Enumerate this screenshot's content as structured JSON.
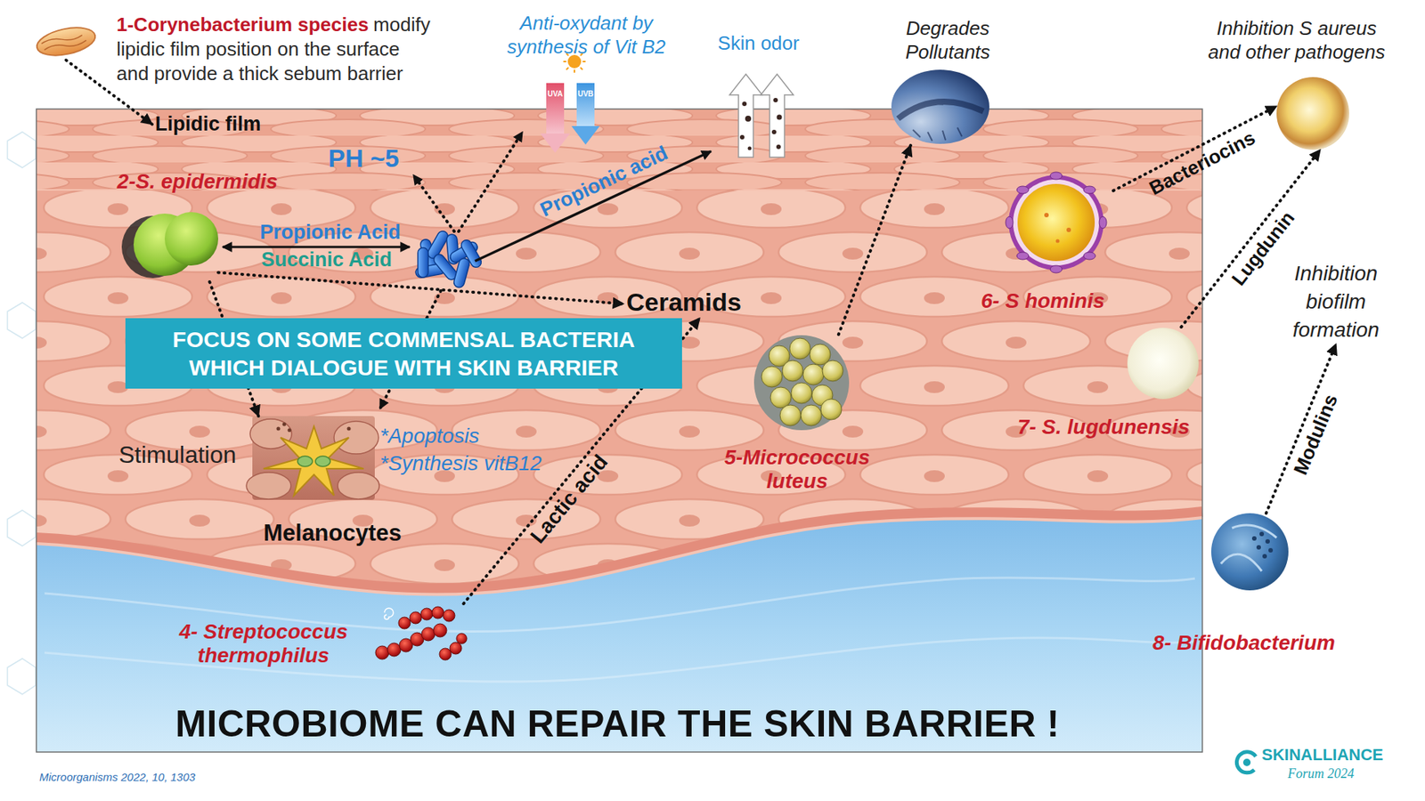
{
  "diagram": {
    "title": "MICROBIOME CAN REPAIR THE SKIN BARRIER !",
    "nodes": [
      {
        "text": [
          "1-Corynebacterium species",
          "modify lipidic film position on the surface and provide a thick sebum barrier"
        ]
      },
      {
        "text": [
          "Lipidic film"
        ]
      },
      {
        "text": [
          "2-S. epidermidis"
        ]
      },
      {
        "text": [
          "Ceramids"
        ]
      },
      {
        "text": [
          "FOCUS ON SOME COMMENSAL BACTERIA WHICH DIALOGUE WITH SKIN BARRIER"
        ]
      },
      {
        "text": [
          "Melanocytes"
        ]
      },
      {
        "text": [
          "4- Streptococcus thermophilus"
        ]
      },
      {
        "text": [
          "5-Micrococcus luteus"
        ]
      },
      {
        "text": [
          "Degrades Pollutants"
        ]
      },
      {
        "text": [
          "6- S hominis"
        ]
      },
      {
        "text": [
          "Inhibition S aureus and other pathogens"
        ]
      },
      {
        "text": [
          "7- S. lugdunensis"
        ]
      },
      {
        "text": [
          "Inhibition biofilm formation"
        ]
      },
      {
        "text": [
          "8- Bifidobacterium"
        ]
      }
    ],
    "edges": [
      {
        "from": 0,
        "to": 1,
        "arrow": "to"
      },
      {
        "from": 2,
        "to": 3,
        "arrow": "to"
      },
      {
        "from": 2,
        "to": 5,
        "arrow": "to"
      },
      {
        "from": 6,
        "to": 3,
        "label": "Lactic acid",
        "arrow": "to"
      },
      {
        "from": 7,
        "to": 8,
        "arrow": "to"
      },
      {
        "from": 9,
        "to": 10,
        "label": "Bacteriocins",
        "arrow": "to"
      },
      {
        "from": 11,
        "to": 10,
        "label": "Lugdunin",
        "arrow": "to"
      },
      {
        "from": 13,
        "to": 12,
        "label": "Modulins",
        "arrow": "to"
      }
    ],
    "labels": [
      "Anti-oxydant by synthesis of Vit B2",
      "UVA",
      "UVB",
      "Skin odor",
      "PH ~5",
      "Propionic acid",
      "Propionic Acid",
      "Succinic Acid",
      "Stimulation",
      "*Apoptosis",
      "*Synthesis vitB12",
      "Microorganisms 2022, 10, 1303",
      "SKINALLIANCE",
      "Forum 2024"
    ]
  }
}
